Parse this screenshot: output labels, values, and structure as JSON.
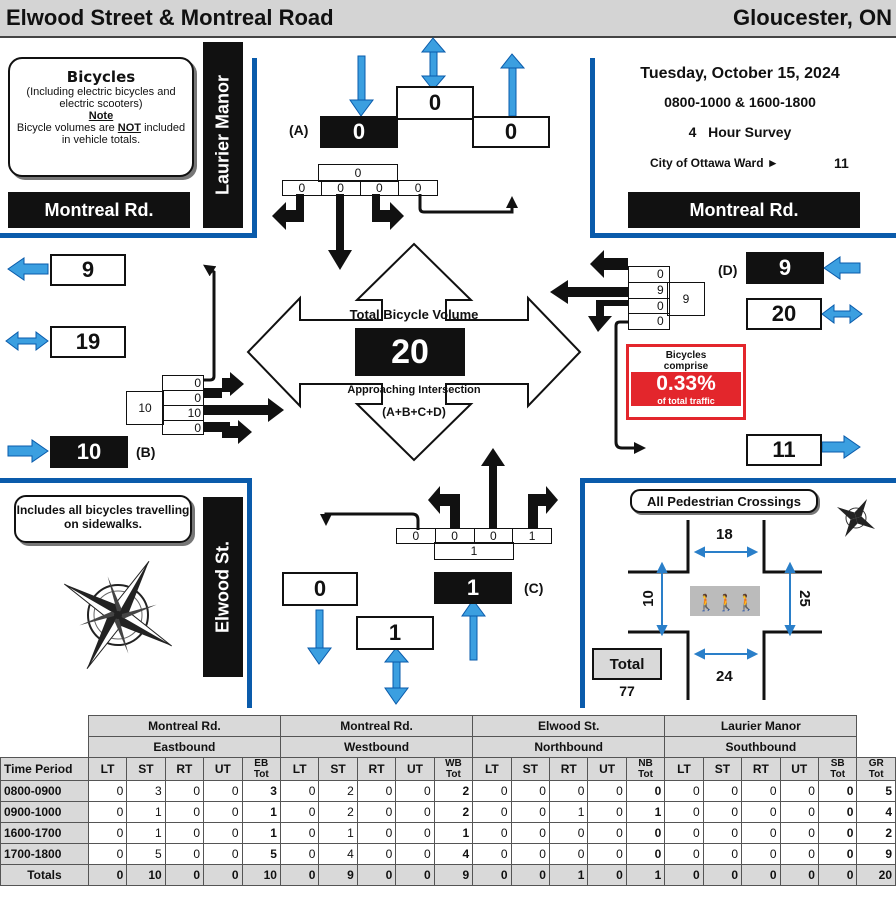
{
  "header": {
    "left": "Elwood Street & Montreal Road",
    "right": "Gloucester, ON"
  },
  "info": {
    "date": "Tuesday, October 15, 2024",
    "times": "0800-1000 & 1600-1800",
    "survey": "4   Hour Survey",
    "ward_label": "City of Ottawa Ward ►",
    "ward": "11"
  },
  "legend": {
    "title": "Bicycles",
    "line1": "(Including electric bicycles and",
    "line2": "electric scooters)",
    "note": "Note",
    "line3_a": "Bicycle volumes are ",
    "line3_b": "NOT",
    "line3_c": " included",
    "line4": "in vehicle totals.",
    "sidewalk": "Includes all bicycles travelling on sidewalks."
  },
  "streets": {
    "nw": "Montreal Rd.",
    "ne": "Montreal Rd.",
    "north": "Laurier Manor",
    "south": "Elwood St."
  },
  "north": {
    "label": "(A)",
    "approach": "0",
    "depart": "0",
    "total": "0",
    "turns": [
      "0",
      "0",
      "0",
      "0"
    ],
    "sum": "0"
  },
  "west": {
    "label": "(B)",
    "depart": "9",
    "total": "19",
    "approach": "10",
    "turns": [
      "0",
      "0",
      "10",
      "0"
    ],
    "sum": "10"
  },
  "east": {
    "label": "(D)",
    "approach": "9",
    "total": "20",
    "depart": "11",
    "turns": [
      "0",
      "9",
      "0",
      "0"
    ],
    "sum": "9"
  },
  "south": {
    "label": "(C)",
    "depart": "0",
    "approach": "1",
    "total": "1",
    "turns": [
      "0",
      "0",
      "0",
      "1"
    ],
    "sum": "1"
  },
  "center": {
    "title": "Total Bicycle Volume",
    "value": "20",
    "sub": "Approaching Intersection",
    "formula": "(A+B+C+D)"
  },
  "share": {
    "line1": "Bicycles",
    "line2": "comprise",
    "value": "0.33%",
    "line3": "of total traffic"
  },
  "ped": {
    "title": "All Pedestrian Crossings",
    "north": "18",
    "south": "24",
    "west": "10",
    "east": "25",
    "total_label": "Total",
    "total": "77"
  },
  "table": {
    "groups": [
      {
        "road": "Montreal Rd.",
        "dir": "Eastbound"
      },
      {
        "road": "Montreal Rd.",
        "dir": "Westbound"
      },
      {
        "road": "Elwood St.",
        "dir": "Northbound"
      },
      {
        "road": "Laurier Manor",
        "dir": "Southbound"
      }
    ],
    "columns": [
      "Time Period",
      "LT",
      "ST",
      "RT",
      "UT",
      "EB Tot",
      "LT",
      "ST",
      "RT",
      "UT",
      "WB Tot",
      "LT",
      "ST",
      "RT",
      "UT",
      "NB Tot",
      "LT",
      "ST",
      "RT",
      "UT",
      "SB Tot",
      "GR Tot"
    ],
    "rows": [
      [
        "0800-0900",
        "0",
        "3",
        "0",
        "0",
        "3",
        "0",
        "2",
        "0",
        "0",
        "2",
        "0",
        "0",
        "0",
        "0",
        "0",
        "0",
        "0",
        "0",
        "0",
        "0",
        "5"
      ],
      [
        "0900-1000",
        "0",
        "1",
        "0",
        "0",
        "1",
        "0",
        "2",
        "0",
        "0",
        "2",
        "0",
        "0",
        "1",
        "0",
        "1",
        "0",
        "0",
        "0",
        "0",
        "0",
        "4"
      ],
      [
        "1600-1700",
        "0",
        "1",
        "0",
        "0",
        "1",
        "0",
        "1",
        "0",
        "0",
        "1",
        "0",
        "0",
        "0",
        "0",
        "0",
        "0",
        "0",
        "0",
        "0",
        "0",
        "2"
      ],
      [
        "1700-1800",
        "0",
        "5",
        "0",
        "0",
        "5",
        "0",
        "4",
        "0",
        "0",
        "4",
        "0",
        "0",
        "0",
        "0",
        "0",
        "0",
        "0",
        "0",
        "0",
        "0",
        "9"
      ],
      [
        "Totals",
        "0",
        "10",
        "0",
        "0",
        "10",
        "0",
        "9",
        "0",
        "0",
        "9",
        "0",
        "0",
        "1",
        "0",
        "1",
        "0",
        "0",
        "0",
        "0",
        "0",
        "20"
      ]
    ]
  }
}
